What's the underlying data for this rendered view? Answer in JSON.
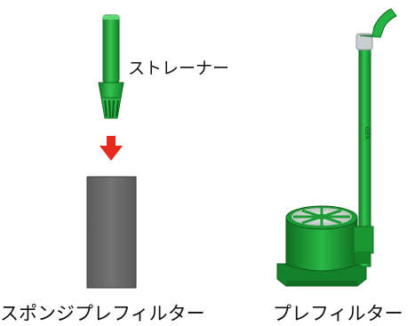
{
  "labels": {
    "strainer": "ストレーナー",
    "sponge_prefilter": "スポンジプレフィルター",
    "prefilter": "プレフィルター"
  },
  "stamp_text": "GEX",
  "colors": {
    "green": "#1faa3a",
    "green_dark": "#137a26",
    "green_light": "#4fd36a",
    "arrow_red": "#e62b1e",
    "sponge_gray": "#6b6b6b"
  },
  "icons": {
    "arrow": "down-arrow-icon"
  }
}
